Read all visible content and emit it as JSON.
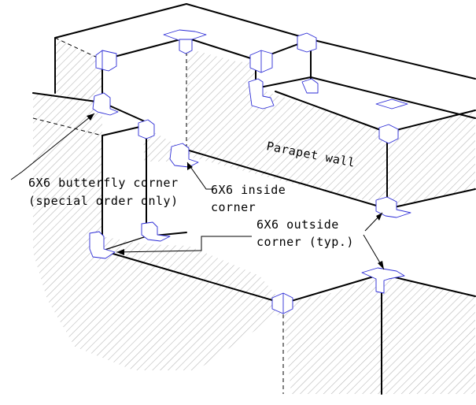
{
  "labels": {
    "parapet_wall": "Parapet wall",
    "butterfly_line1": "6X6 butterfly corner",
    "butterfly_line2": "(special order only)",
    "inside_line1": "6X6 inside",
    "inside_line2": "corner",
    "outside_line1": "6X6 outside",
    "outside_line2": "corner (typ.)"
  },
  "colors": {
    "line": "#000000",
    "corner_cap": "#2b2bd6",
    "hatch": "#b3b3b3",
    "background": "#ffffff"
  }
}
